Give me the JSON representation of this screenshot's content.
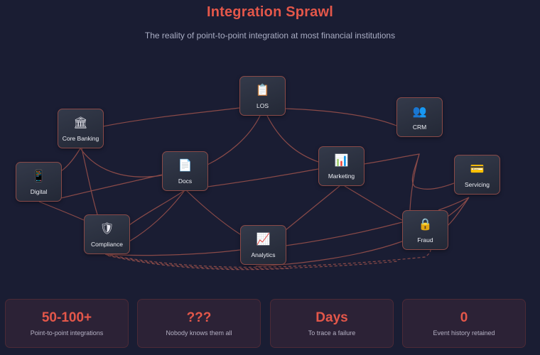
{
  "header": {
    "title": "Integration Sprawl",
    "subtitle": "The reality of point-to-point integration at most financial institutions"
  },
  "colors": {
    "background": "#1a1d33",
    "accent": "#e4574a",
    "wire": "#8a4a48",
    "node_border": "#8a4a48",
    "stat_background": "#2c2236"
  },
  "nodes": [
    {
      "id": "los",
      "label": "LOS",
      "icon": "clipboard-icon",
      "glyph": "📋"
    },
    {
      "id": "core-banking",
      "label": "Core Banking",
      "icon": "bank-icon",
      "glyph": "🏛"
    },
    {
      "id": "crm",
      "label": "CRM",
      "icon": "users-icon",
      "glyph": "👥"
    },
    {
      "id": "digital",
      "label": "Digital",
      "icon": "mobile-icon",
      "glyph": "📱"
    },
    {
      "id": "docs",
      "label": "Docs",
      "icon": "document-icon",
      "glyph": "📄"
    },
    {
      "id": "marketing",
      "label": "Marketing",
      "icon": "bar-chart-icon",
      "glyph": "📊"
    },
    {
      "id": "servicing",
      "label": "Servicing",
      "icon": "credit-card-icon",
      "glyph": "💳"
    },
    {
      "id": "compliance",
      "label": "Compliance",
      "icon": "shield-icon",
      "glyph": "🛡"
    },
    {
      "id": "analytics",
      "label": "Analytics",
      "icon": "line-chart-icon",
      "glyph": "📈"
    },
    {
      "id": "fraud",
      "label": "Fraud",
      "icon": "lock-icon",
      "glyph": "🔒"
    }
  ],
  "connections": [
    {
      "from": "core-banking",
      "to": "los",
      "style": "solid"
    },
    {
      "from": "los",
      "to": "crm",
      "style": "solid"
    },
    {
      "from": "los",
      "to": "docs",
      "style": "solid"
    },
    {
      "from": "los",
      "to": "marketing",
      "style": "solid"
    },
    {
      "from": "core-banking",
      "to": "digital",
      "style": "solid"
    },
    {
      "from": "core-banking",
      "to": "docs",
      "style": "solid"
    },
    {
      "from": "core-banking",
      "to": "compliance",
      "style": "solid"
    },
    {
      "from": "digital",
      "to": "docs",
      "style": "solid"
    },
    {
      "from": "digital",
      "to": "compliance",
      "style": "solid"
    },
    {
      "from": "docs",
      "to": "marketing",
      "style": "solid"
    },
    {
      "from": "docs",
      "to": "compliance",
      "style": "solid"
    },
    {
      "from": "docs",
      "to": "analytics",
      "style": "solid"
    },
    {
      "from": "marketing",
      "to": "analytics",
      "style": "solid"
    },
    {
      "from": "marketing",
      "to": "fraud",
      "style": "solid"
    },
    {
      "from": "marketing",
      "to": "servicing",
      "style": "solid"
    },
    {
      "from": "crm",
      "to": "fraud",
      "style": "solid"
    },
    {
      "from": "servicing",
      "to": "fraud",
      "style": "solid"
    },
    {
      "from": "compliance",
      "to": "analytics",
      "style": "solid"
    },
    {
      "from": "analytics",
      "to": "fraud",
      "style": "solid"
    },
    {
      "from": "compliance",
      "to": "fraud",
      "style": "dashed"
    },
    {
      "from": "compliance",
      "to": "servicing",
      "style": "dashed"
    }
  ],
  "stats": [
    {
      "value": "50-100+",
      "caption": "Point-to-point integrations"
    },
    {
      "value": "???",
      "caption": "Nobody knows them all"
    },
    {
      "value": "Days",
      "caption": "To trace a failure"
    },
    {
      "value": "0",
      "caption": "Event history retained"
    }
  ]
}
